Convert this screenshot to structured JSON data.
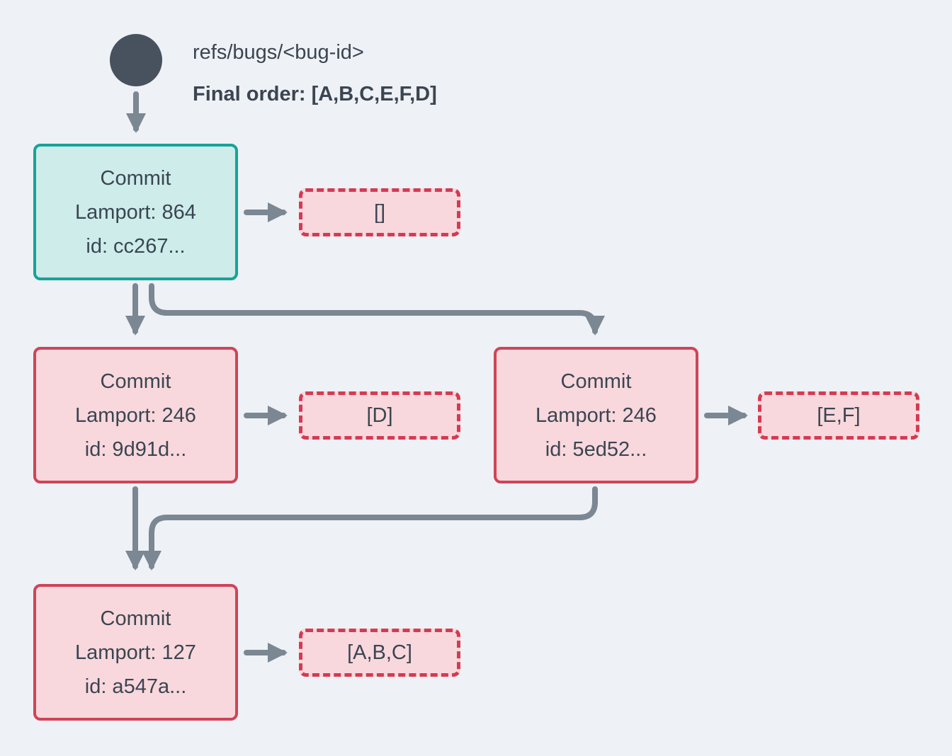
{
  "header": {
    "ref_name": "refs/bugs/<bug-id>",
    "final_order": "Final order: [A,B,C,E,F,D]"
  },
  "commits": {
    "head": {
      "title": "Commit",
      "lamport": "Lamport: 864",
      "id": "id: cc267...",
      "operations": "[]"
    },
    "left": {
      "title": "Commit",
      "lamport": "Lamport: 246",
      "id": "id: 9d91d...",
      "operations": "[D]"
    },
    "right": {
      "title": "Commit",
      "lamport": "Lamport: 246",
      "id": "id: 5ed52...",
      "operations": "[E,F]"
    },
    "root": {
      "title": "Commit",
      "lamport": "Lamport: 127",
      "id": "id: a547a...",
      "operations": "[A,B,C]"
    }
  },
  "edges": [
    {
      "from": "ref-head",
      "to": "commit-cc267"
    },
    {
      "from": "commit-cc267",
      "to": "commit-9d91d"
    },
    {
      "from": "commit-cc267",
      "to": "commit-5ed52"
    },
    {
      "from": "commit-9d91d",
      "to": "commit-a547a"
    },
    {
      "from": "commit-5ed52",
      "to": "commit-a547a"
    },
    {
      "from": "commit-cc267",
      "to": "operations-[]"
    },
    {
      "from": "commit-9d91d",
      "to": "operations-[D]"
    },
    {
      "from": "commit-5ed52",
      "to": "operations-[E,F]"
    },
    {
      "from": "commit-a547a",
      "to": "operations-[A,B,C]"
    }
  ],
  "colors": {
    "background": "#eef1f5",
    "text": "#3b4551",
    "arrow": "#7b8793",
    "ref_dot": "#47525e",
    "head_node_border": "#17a398",
    "head_node_fill": "#cdecea",
    "commit_node_border": "#cf4458",
    "commit_node_fill": "#f8d8dd",
    "operations_border": "#d53a52",
    "operations_fill": "#f8d8dd"
  }
}
